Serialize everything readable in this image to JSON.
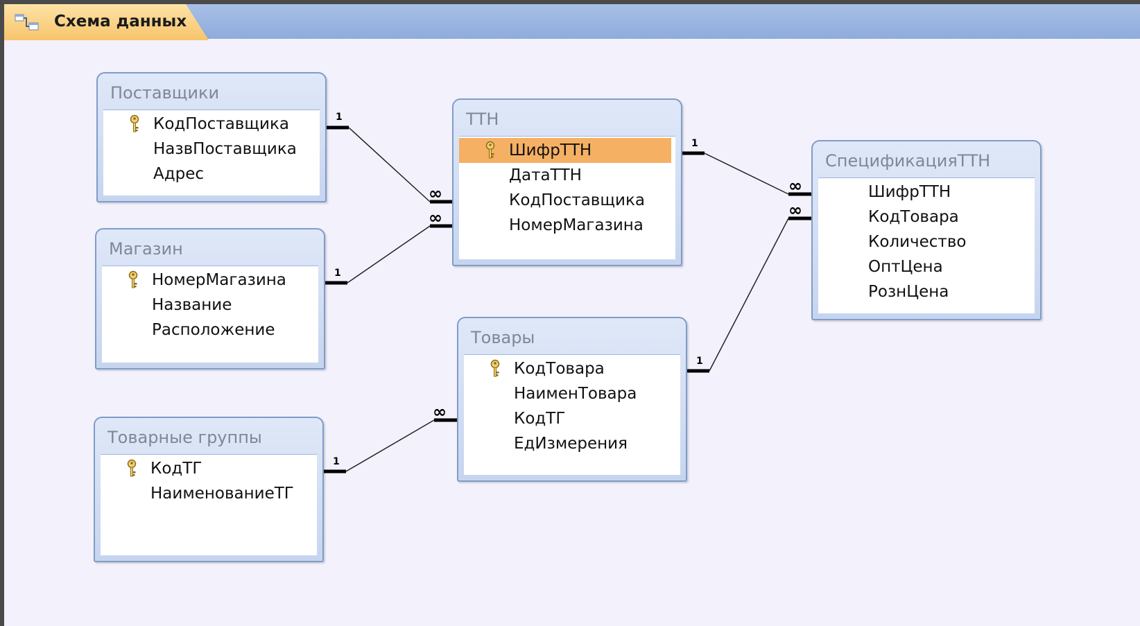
{
  "window": {
    "tab_title": "Схема данных",
    "tab_icon": "relationships-icon"
  },
  "tables": {
    "suppliers": {
      "title": "Поставщики",
      "fields": [
        "КодПоставщика",
        "НазвПоставщика",
        "Адрес"
      ],
      "key_field": "КодПоставщика"
    },
    "ttn": {
      "title": "ТТН",
      "fields": [
        "ШифрТТН",
        "ДатаТТН",
        "КодПоставщика",
        "НомерМагазина"
      ],
      "key_field": "ШифрТТН",
      "selected_field": "ШифрТТН"
    },
    "spec": {
      "title": "СпецификацияТТН",
      "fields": [
        "ШифрТТН",
        "КодТовара",
        "Количество",
        "ОптЦена",
        "РознЦена"
      ]
    },
    "shop": {
      "title": "Магазин",
      "fields": [
        "НомерМагазина",
        "Название",
        "Расположение"
      ],
      "key_field": "НомерМагазина"
    },
    "goods": {
      "title": "Товары",
      "fields": [
        "КодТовара",
        "НаименТовара",
        "КодТГ",
        "ЕдИзмерения"
      ],
      "key_field": "КодТовара"
    },
    "groups": {
      "title": "Товарные группы",
      "fields": [
        "КодТГ",
        "НаименованиеТГ"
      ],
      "key_field": "КодТГ"
    }
  },
  "relationships": [
    {
      "from": "Поставщики.КодПоставщика",
      "to": "ТТН.КодПоставщика",
      "one": "1",
      "many": "∞"
    },
    {
      "from": "Магазин.НомерМагазина",
      "to": "ТТН.НомерМагазина",
      "one": "1",
      "many": "∞"
    },
    {
      "from": "ТТН.ШифрТТН",
      "to": "СпецификацияТТН.ШифрТТН",
      "one": "1",
      "many": "∞"
    },
    {
      "from": "Товары.КодТовара",
      "to": "СпецификацияТТН.КодТовара",
      "one": "1",
      "many": "∞"
    },
    {
      "from": "Товарные группы.КодТГ",
      "to": "Товары.КодТГ",
      "one": "1",
      "many": "∞"
    }
  ],
  "colors": {
    "tab_active": "#f7c46c",
    "tab_bar": "#8fabdc",
    "canvas": "#f3f1fb",
    "table_border": "#7f9cc9",
    "selected_field": "#f5b064"
  }
}
